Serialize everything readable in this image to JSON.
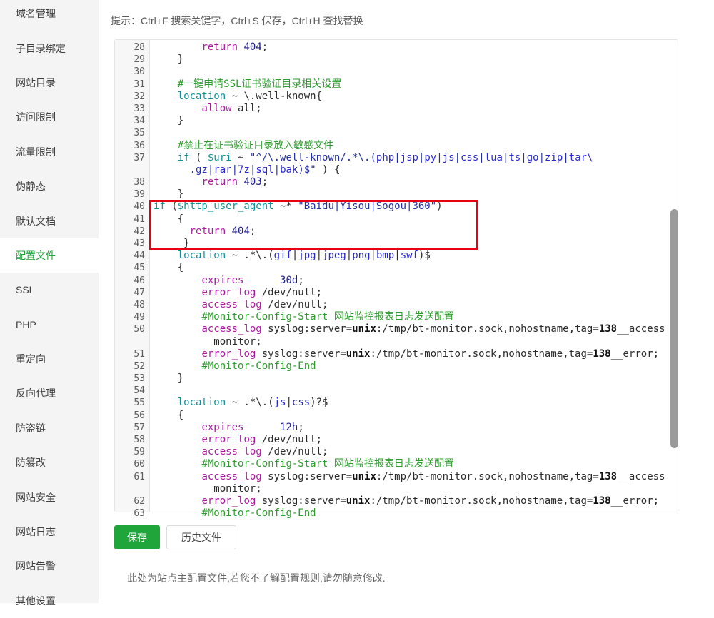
{
  "app": {
    "accent_green": "#20a53a",
    "highlight_red": "#e60012",
    "sidebar_bg": "#f4f4f4",
    "gutter_bg": "#f7f7f7"
  },
  "sidebar": {
    "items": [
      {
        "key": "domain",
        "label": "域名管理",
        "active": false
      },
      {
        "key": "subdir-bind",
        "label": "子目录绑定",
        "active": false
      },
      {
        "key": "site-dir",
        "label": "网站目录",
        "active": false
      },
      {
        "key": "access-limit",
        "label": "访问限制",
        "active": false
      },
      {
        "key": "traffic-limit",
        "label": "流量限制",
        "active": false
      },
      {
        "key": "rewrite",
        "label": "伪静态",
        "active": false
      },
      {
        "key": "default-doc",
        "label": "默认文档",
        "active": false
      },
      {
        "key": "config-file",
        "label": "配置文件",
        "active": true
      },
      {
        "key": "ssl",
        "label": "SSL",
        "active": false
      },
      {
        "key": "php",
        "label": "PHP",
        "active": false
      },
      {
        "key": "redirect",
        "label": "重定向",
        "active": false
      },
      {
        "key": "reverse-proxy",
        "label": "反向代理",
        "active": false
      },
      {
        "key": "anti-hotlink",
        "label": "防盗链",
        "active": false
      },
      {
        "key": "tamper-proof",
        "label": "防篡改",
        "active": false
      },
      {
        "key": "site-security",
        "label": "网站安全",
        "active": false
      },
      {
        "key": "site-log",
        "label": "网站日志",
        "active": false
      },
      {
        "key": "site-alert",
        "label": "网站告警",
        "active": false
      },
      {
        "key": "other-settings",
        "label": "其他设置",
        "active": false
      }
    ]
  },
  "toolbar": {
    "hint": "提示：Ctrl+F 搜索关键字，Ctrl+S 保存，Ctrl+H 查找替换"
  },
  "editor": {
    "first_visible_line": 28,
    "last_visible_line": 63,
    "highlighted_lines": "40-43",
    "syntax_colors": {
      "p": "#2b2b2b",
      "k": "#a71d9b",
      "t": "#0e9199",
      "c": "#2e9b2e",
      "s": "#2430a6",
      "e": "#2727d4",
      "n": "#20208c",
      "b": "#111111"
    },
    "rows": [
      {
        "num": "28",
        "segs": [
          [
            "p",
            "        "
          ],
          [
            "k",
            "return"
          ],
          [
            "p",
            " "
          ],
          [
            "n",
            "404"
          ],
          [
            "p",
            ";"
          ]
        ]
      },
      {
        "num": "29",
        "segs": [
          [
            "p",
            "    }"
          ]
        ]
      },
      {
        "num": "30",
        "segs": []
      },
      {
        "num": "31",
        "segs": [
          [
            "p",
            "    "
          ],
          [
            "c",
            "#一键申请SSL证书验证目录相关设置"
          ]
        ]
      },
      {
        "num": "32",
        "segs": [
          [
            "p",
            "    "
          ],
          [
            "t",
            "location"
          ],
          [
            "p",
            " ~ \\.well-known{"
          ]
        ]
      },
      {
        "num": "33",
        "segs": [
          [
            "p",
            "        "
          ],
          [
            "k",
            "allow"
          ],
          [
            "p",
            " all;"
          ]
        ]
      },
      {
        "num": "34",
        "segs": [
          [
            "p",
            "    }"
          ]
        ]
      },
      {
        "num": "35",
        "segs": []
      },
      {
        "num": "36",
        "segs": [
          [
            "p",
            "    "
          ],
          [
            "c",
            "#禁止在证书验证目录放入敏感文件"
          ]
        ]
      },
      {
        "num": "37",
        "segs": [
          [
            "p",
            "    "
          ],
          [
            "t",
            "if"
          ],
          [
            "p",
            " ( "
          ],
          [
            "t",
            "$uri"
          ],
          [
            "p",
            " ~ "
          ],
          [
            "s",
            "\"^/\\.well-known/.*\\.("
          ],
          [
            "e",
            "php"
          ],
          [
            "s",
            "|"
          ],
          [
            "e",
            "jsp"
          ],
          [
            "s",
            "|"
          ],
          [
            "e",
            "py"
          ],
          [
            "s",
            "|"
          ],
          [
            "e",
            "js"
          ],
          [
            "s",
            "|"
          ],
          [
            "e",
            "css"
          ],
          [
            "s",
            "|"
          ],
          [
            "e",
            "lua"
          ],
          [
            "s",
            "|"
          ],
          [
            "e",
            "ts"
          ],
          [
            "s",
            "|"
          ],
          [
            "e",
            "go"
          ],
          [
            "s",
            "|"
          ],
          [
            "e",
            "zip"
          ],
          [
            "s",
            "|"
          ],
          [
            "e",
            "tar\\"
          ]
        ]
      },
      {
        "num": "",
        "segs": [
          [
            "p",
            "      "
          ],
          [
            "s",
            ".gz"
          ],
          [
            "s",
            "|"
          ],
          [
            "e",
            "rar"
          ],
          [
            "s",
            "|"
          ],
          [
            "e",
            "7z"
          ],
          [
            "s",
            "|"
          ],
          [
            "e",
            "sql"
          ],
          [
            "s",
            "|"
          ],
          [
            "e",
            "bak"
          ],
          [
            "s",
            ")$\""
          ],
          [
            "p",
            " ) {"
          ]
        ]
      },
      {
        "num": "38",
        "segs": [
          [
            "p",
            "        "
          ],
          [
            "k",
            "return"
          ],
          [
            "p",
            " "
          ],
          [
            "n",
            "403"
          ],
          [
            "p",
            ";"
          ]
        ]
      },
      {
        "num": "39",
        "segs": [
          [
            "p",
            "    }"
          ]
        ]
      },
      {
        "num": "40",
        "segs": [
          [
            "t",
            "if"
          ],
          [
            "p",
            " ("
          ],
          [
            "t",
            "$http_user_agent"
          ],
          [
            "p",
            " ~* "
          ],
          [
            "s",
            "\"Baidu|Yisou|Sogou|360\""
          ],
          [
            "p",
            ")"
          ]
        ]
      },
      {
        "num": "41",
        "segs": [
          [
            "p",
            "    {"
          ]
        ]
      },
      {
        "num": "42",
        "segs": [
          [
            "p",
            "      "
          ],
          [
            "k",
            "return"
          ],
          [
            "p",
            " "
          ],
          [
            "n",
            "404"
          ],
          [
            "p",
            ";"
          ]
        ]
      },
      {
        "num": "43",
        "segs": [
          [
            "p",
            "     }"
          ]
        ]
      },
      {
        "num": "44",
        "segs": [
          [
            "p",
            "    "
          ],
          [
            "t",
            "location"
          ],
          [
            "p",
            " ~ .*\\.("
          ],
          [
            "e",
            "gif"
          ],
          [
            "p",
            "|"
          ],
          [
            "e",
            "jpg"
          ],
          [
            "p",
            "|"
          ],
          [
            "e",
            "jpeg"
          ],
          [
            "p",
            "|"
          ],
          [
            "e",
            "png"
          ],
          [
            "p",
            "|"
          ],
          [
            "e",
            "bmp"
          ],
          [
            "p",
            "|"
          ],
          [
            "e",
            "swf"
          ],
          [
            "p",
            ")$"
          ]
        ]
      },
      {
        "num": "45",
        "segs": [
          [
            "p",
            "    {"
          ]
        ]
      },
      {
        "num": "46",
        "segs": [
          [
            "p",
            "        "
          ],
          [
            "k",
            "expires"
          ],
          [
            "p",
            "      "
          ],
          [
            "n",
            "30d"
          ],
          [
            "p",
            ";"
          ]
        ]
      },
      {
        "num": "47",
        "segs": [
          [
            "p",
            "        "
          ],
          [
            "k",
            "error_log"
          ],
          [
            "p",
            " /dev/null;"
          ]
        ]
      },
      {
        "num": "48",
        "segs": [
          [
            "p",
            "        "
          ],
          [
            "k",
            "access_log"
          ],
          [
            "p",
            " /dev/null;"
          ]
        ]
      },
      {
        "num": "49",
        "segs": [
          [
            "p",
            "        "
          ],
          [
            "c",
            "#Monitor-Config-Start 网站监控报表日志发送配置"
          ]
        ]
      },
      {
        "num": "50",
        "segs": [
          [
            "p",
            "        "
          ],
          [
            "k",
            "access_log"
          ],
          [
            "p",
            " syslog:server="
          ],
          [
            "b",
            "unix"
          ],
          [
            "p",
            ":/tmp/bt-monitor.sock,nohostname,tag="
          ],
          [
            "b",
            "138"
          ],
          [
            "p",
            "__access"
          ]
        ]
      },
      {
        "num": "",
        "segs": [
          [
            "p",
            "          monitor;"
          ]
        ]
      },
      {
        "num": "51",
        "segs": [
          [
            "p",
            "        "
          ],
          [
            "k",
            "error_log"
          ],
          [
            "p",
            " syslog:server="
          ],
          [
            "b",
            "unix"
          ],
          [
            "p",
            ":/tmp/bt-monitor.sock,nohostname,tag="
          ],
          [
            "b",
            "138"
          ],
          [
            "p",
            "__error;"
          ]
        ]
      },
      {
        "num": "52",
        "segs": [
          [
            "p",
            "        "
          ],
          [
            "c",
            "#Monitor-Config-End"
          ]
        ]
      },
      {
        "num": "53",
        "segs": [
          [
            "p",
            "    }"
          ]
        ]
      },
      {
        "num": "54",
        "segs": []
      },
      {
        "num": "55",
        "segs": [
          [
            "p",
            "    "
          ],
          [
            "t",
            "location"
          ],
          [
            "p",
            " ~ .*\\.("
          ],
          [
            "e",
            "js"
          ],
          [
            "p",
            "|"
          ],
          [
            "e",
            "css"
          ],
          [
            "p",
            ")?$"
          ]
        ]
      },
      {
        "num": "56",
        "segs": [
          [
            "p",
            "    {"
          ]
        ]
      },
      {
        "num": "57",
        "segs": [
          [
            "p",
            "        "
          ],
          [
            "k",
            "expires"
          ],
          [
            "p",
            "      "
          ],
          [
            "n",
            "12h"
          ],
          [
            "p",
            ";"
          ]
        ]
      },
      {
        "num": "58",
        "segs": [
          [
            "p",
            "        "
          ],
          [
            "k",
            "error_log"
          ],
          [
            "p",
            " /dev/null;"
          ]
        ]
      },
      {
        "num": "59",
        "segs": [
          [
            "p",
            "        "
          ],
          [
            "k",
            "access_log"
          ],
          [
            "p",
            " /dev/null;"
          ]
        ]
      },
      {
        "num": "60",
        "segs": [
          [
            "p",
            "        "
          ],
          [
            "c",
            "#Monitor-Config-Start 网站监控报表日志发送配置"
          ]
        ]
      },
      {
        "num": "61",
        "segs": [
          [
            "p",
            "        "
          ],
          [
            "k",
            "access_log"
          ],
          [
            "p",
            " syslog:server="
          ],
          [
            "b",
            "unix"
          ],
          [
            "p",
            ":/tmp/bt-monitor.sock,nohostname,tag="
          ],
          [
            "b",
            "138"
          ],
          [
            "p",
            "__access"
          ]
        ]
      },
      {
        "num": "",
        "segs": [
          [
            "p",
            "          monitor;"
          ]
        ]
      },
      {
        "num": "62",
        "segs": [
          [
            "p",
            "        "
          ],
          [
            "k",
            "error_log"
          ],
          [
            "p",
            " syslog:server="
          ],
          [
            "b",
            "unix"
          ],
          [
            "p",
            ":/tmp/bt-monitor.sock,nohostname,tag="
          ],
          [
            "b",
            "138"
          ],
          [
            "p",
            "__error;"
          ]
        ]
      },
      {
        "num": "63",
        "segs": [
          [
            "p",
            "        "
          ],
          [
            "c",
            "#Monitor-Config-End"
          ]
        ]
      }
    ]
  },
  "actions": {
    "save": "保存",
    "history": "历史文件"
  },
  "footer": {
    "note": "此处为站点主配置文件,若您不了解配置规则,请勿随意修改."
  }
}
